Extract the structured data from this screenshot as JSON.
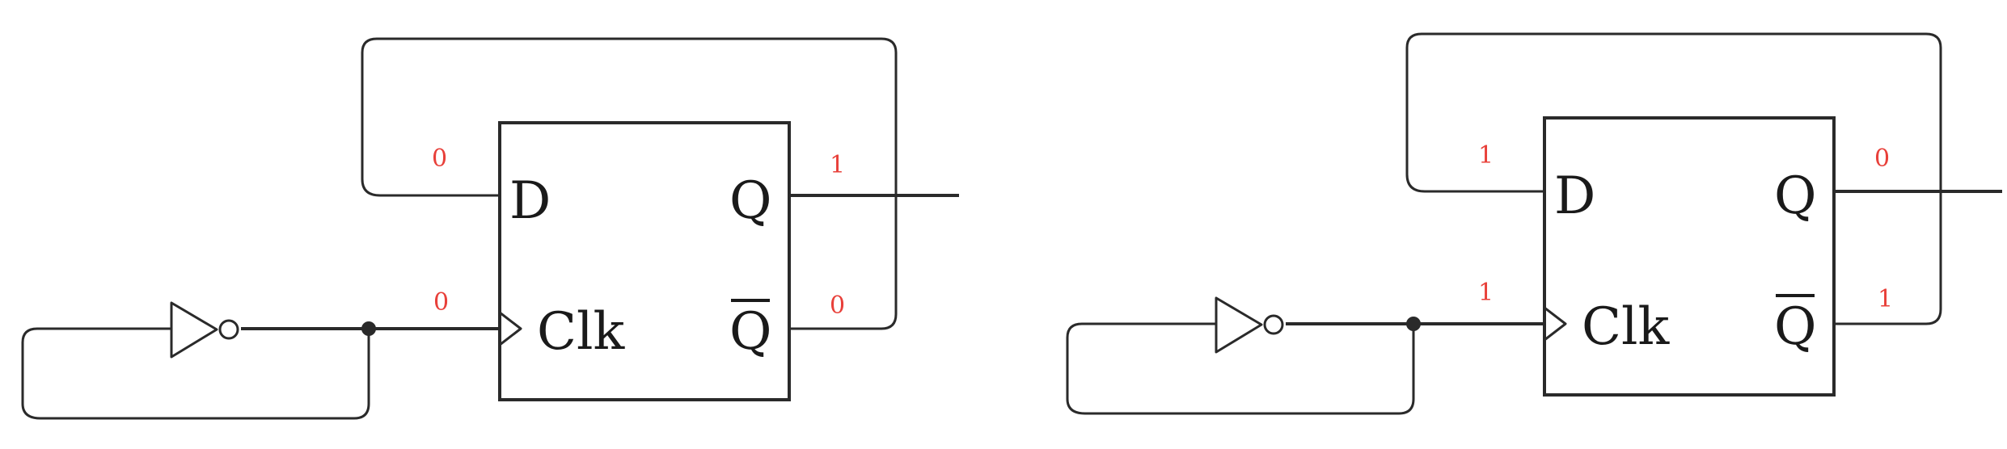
{
  "colors": {
    "wire": "#2a2a2a",
    "value_label": "#e8403a",
    "background": "#ffffff"
  },
  "circuits": [
    {
      "pins": {
        "d": "D",
        "q": "Q",
        "clk": "Clk",
        "qbar": "Q"
      },
      "values": {
        "d": "0",
        "q": "1",
        "clk": "0",
        "qbar": "0"
      }
    },
    {
      "pins": {
        "d": "D",
        "q": "Q",
        "clk": "Clk",
        "qbar": "Q"
      },
      "values": {
        "d": "1",
        "q": "0",
        "clk": "1",
        "qbar": "1"
      }
    }
  ]
}
